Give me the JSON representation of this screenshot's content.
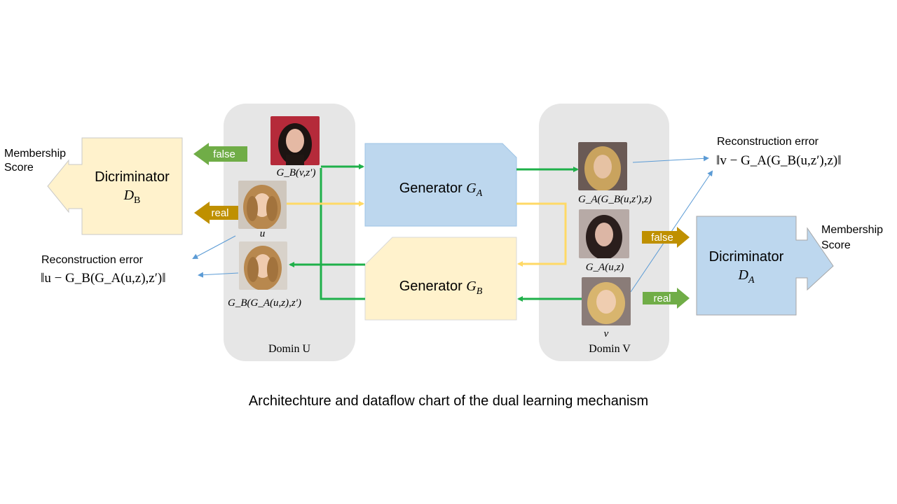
{
  "colors": {
    "domain_bg": "#e6e6e6",
    "generator_a": "#bdd7ee",
    "generator_b": "#fff2cc",
    "discriminator_b": "#fff2cc",
    "discriminator_a": "#bdd7ee",
    "flow_green": "#1fb04a",
    "flow_yellow": "#ffd966",
    "arrow_false_green": "#70ad47",
    "arrow_real_gold": "#bf9000",
    "error_line": "#5b9bd5"
  },
  "domains": {
    "u_label": "Domin U",
    "v_label": "Domin V"
  },
  "generators": {
    "a_text": "Generator ",
    "a_sym": "G",
    "a_sub": "A",
    "b_text": "Generator ",
    "b_sym": "G",
    "b_sub": "B"
  },
  "discriminators": {
    "b_text": "Dicriminator",
    "b_sym": "D",
    "b_sub": "B",
    "a_text": "Dicriminator",
    "a_sym": "D",
    "a_sub": "A"
  },
  "membership": {
    "left": [
      "Membership",
      "Score"
    ],
    "right": [
      "Membership",
      "Score"
    ]
  },
  "arrows": {
    "false_left": "false",
    "real_left": "real",
    "false_right": "false",
    "real_right": "real"
  },
  "captions": {
    "gb_v": "G_B(v,z′)",
    "u": "u",
    "gb_ga_u": "G_B(G_A(u,z),z′)",
    "ga_gb_u": "G_A(G_B(u,z′),z)",
    "ga_u": "G_A(u,z)",
    "v": "v"
  },
  "recon": {
    "left_label": "Reconstruction error",
    "left_formula": "‖u − G_B(G_A(u,z),z′)‖",
    "right_label": "Reconstruction error",
    "right_formula": "‖v − G_A(G_B(u,z′),z)‖"
  },
  "title": "Architechture and dataflow chart of the dual learning mechanism"
}
